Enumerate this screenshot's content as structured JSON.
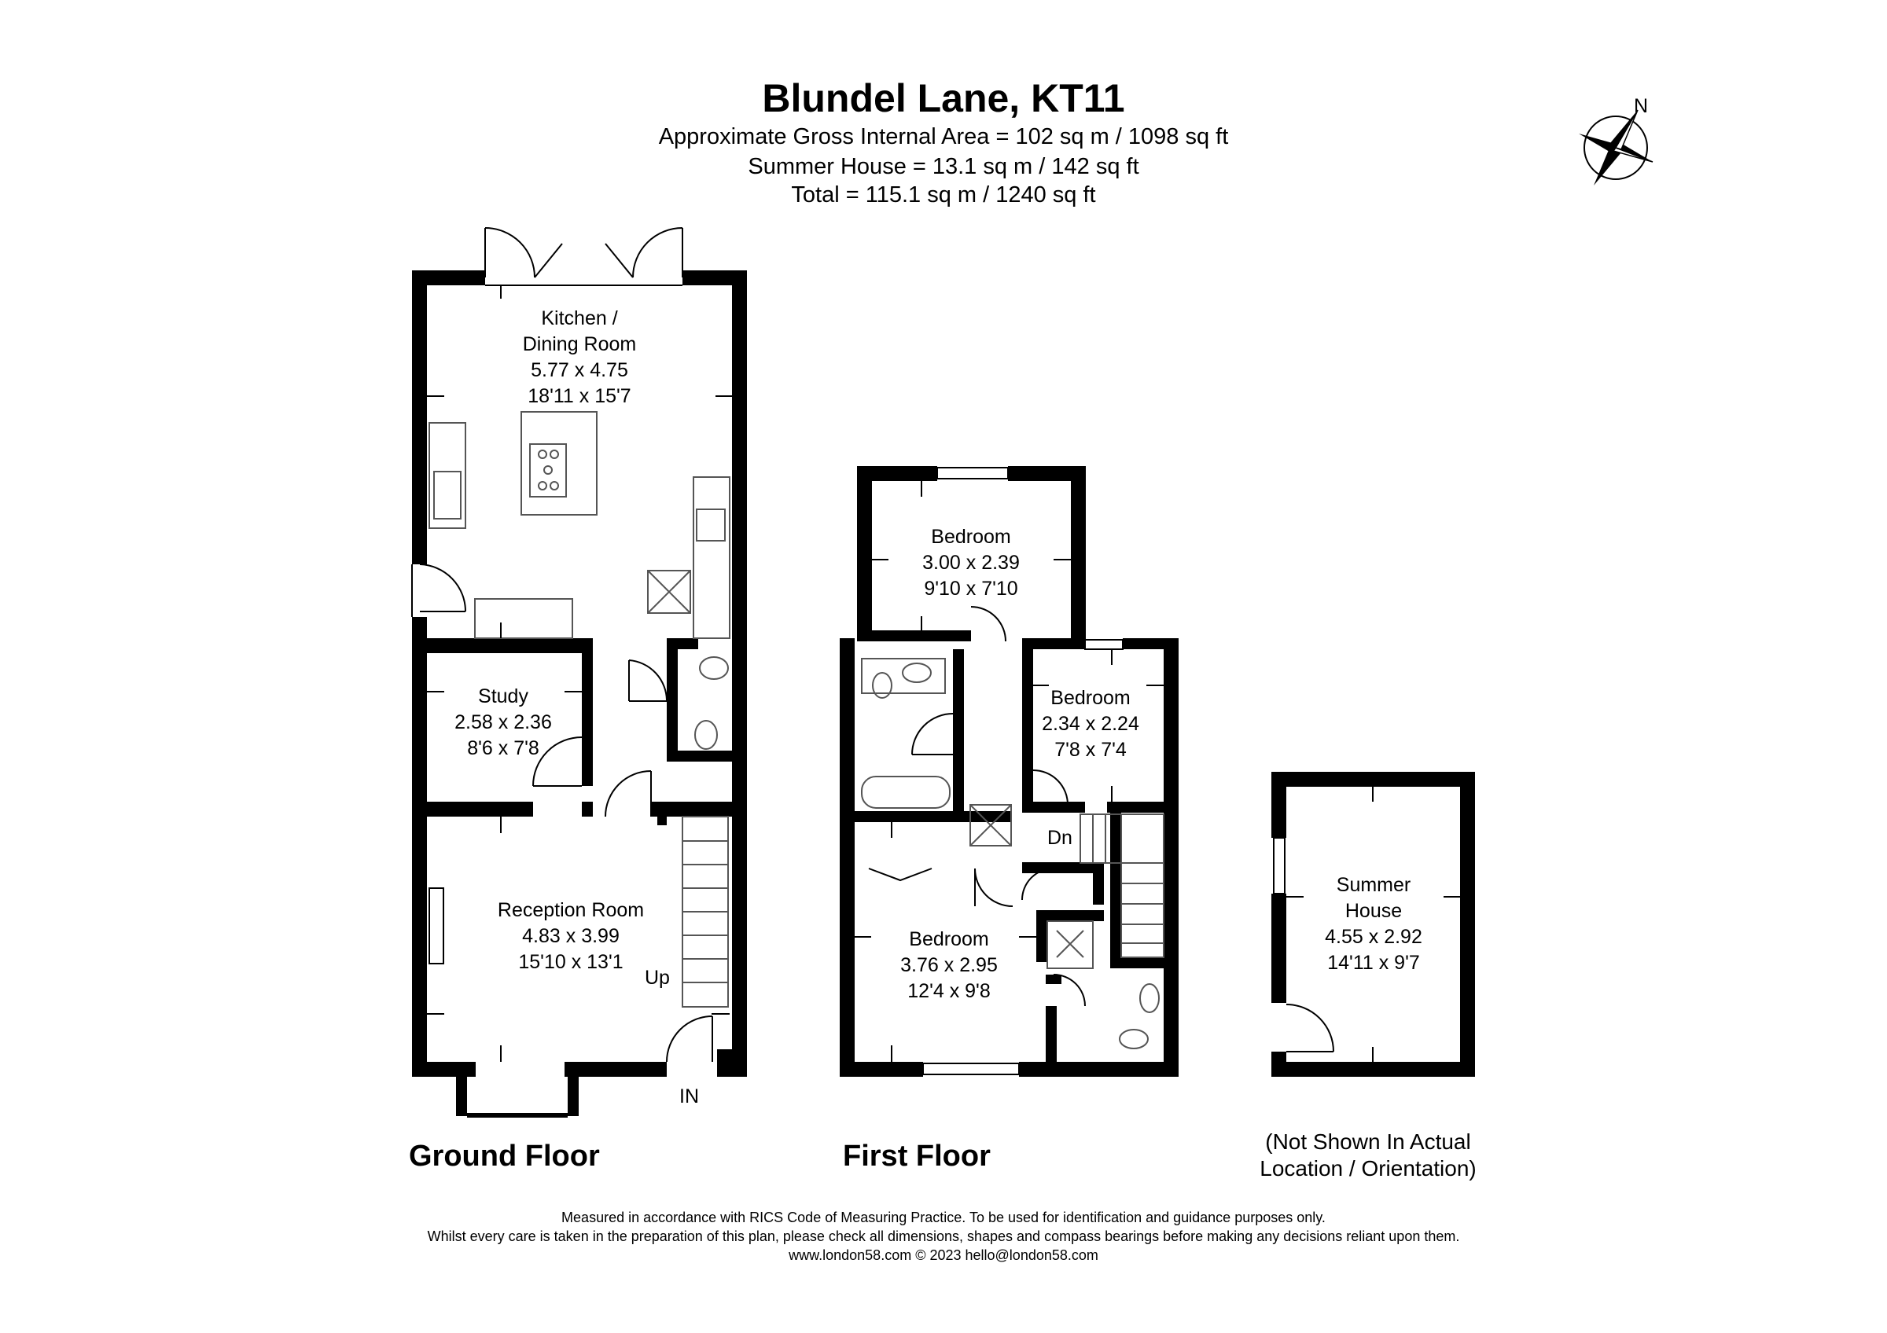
{
  "title": "Blundel Lane, KT11",
  "area_lines": [
    "Approximate Gross Internal Area = 102 sq m / 1098 sq ft",
    "Summer House = 13.1 sq m / 142 sq ft",
    "Total = 115.1 sq m / 1240 sq ft"
  ],
  "compass_label": "N",
  "floors": {
    "ground": {
      "label": "Ground Floor",
      "rooms": [
        {
          "name_lines": [
            "Kitchen /",
            "Dining Room"
          ],
          "metric": "5.77 x 4.75",
          "imperial": "18'11 x 15'7"
        },
        {
          "name_lines": [
            "Study"
          ],
          "metric": "2.58 x 2.36",
          "imperial": "8'6 x 7'8"
        },
        {
          "name_lines": [
            "Reception Room"
          ],
          "metric": "4.83 x 3.99",
          "imperial": "15'10 x 13'1"
        }
      ],
      "markers": {
        "up": "Up",
        "entrance": "IN"
      }
    },
    "first": {
      "label": "First Floor",
      "rooms": [
        {
          "name_lines": [
            "Bedroom"
          ],
          "metric": "3.00 x 2.39",
          "imperial": "9'10 x 7'10"
        },
        {
          "name_lines": [
            "Bedroom"
          ],
          "metric": "2.34 x 2.24",
          "imperial": "7'8 x 7'4"
        },
        {
          "name_lines": [
            "Bedroom"
          ],
          "metric": "3.76 x 2.95",
          "imperial": "12'4 x 9'8"
        }
      ],
      "markers": {
        "down": "Dn"
      }
    },
    "summer_house": {
      "rooms": [
        {
          "name_lines": [
            "Summer",
            "House"
          ],
          "metric": "4.55 x 2.92",
          "imperial": "14'11 x 9'7"
        }
      ],
      "note_lines": [
        "(Not Shown In Actual",
        "Location / Orientation)"
      ]
    }
  },
  "footer_lines": [
    "Measured in accordance with RICS Code of Measuring Practice. To be used for identification and guidance purposes only.",
    "Whilst every care is taken in the preparation of this plan, please check all dimensions, shapes and compass bearings before making any decisions reliant upon them.",
    "www.london58.com © 2023 hello@london58.com"
  ],
  "colors": {
    "wall": "#000000",
    "fixture": "#555555",
    "background": "#ffffff"
  }
}
